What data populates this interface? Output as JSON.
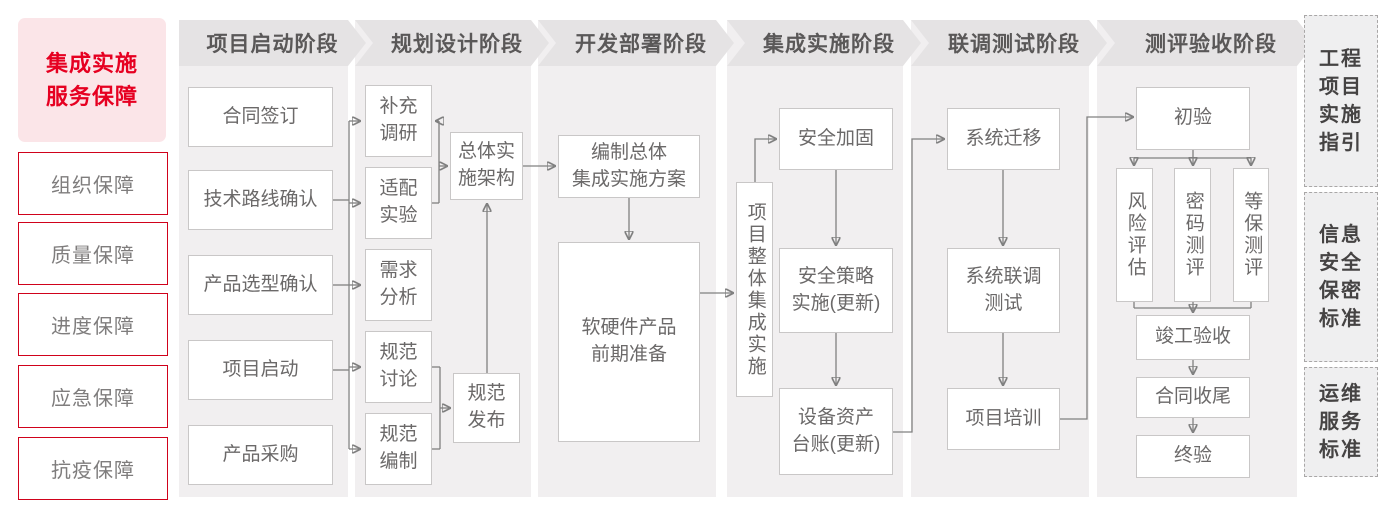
{
  "sidebar": {
    "title_line1": "集成实施",
    "title_line2": "服务保障",
    "items": [
      "组织保障",
      "质量保障",
      "进度保障",
      "应急保障",
      "抗疫保障"
    ]
  },
  "phases": [
    {
      "label": "项目启动阶段",
      "boxes": [
        "合同签订",
        "技术路线确认",
        "产品选型确认",
        "项目启动",
        "产品采购"
      ]
    },
    {
      "label": "规划设计阶段",
      "boxes": [
        "补充\n调研",
        "适配\n实验",
        "需求\n分析",
        "规范\n讨论",
        "规范\n编制",
        "总体实\n施架构",
        "规范\n发布"
      ]
    },
    {
      "label": "开发部署阶段",
      "boxes": [
        "编制总体\n集成实施方案",
        "软硬件产品\n前期准备"
      ]
    },
    {
      "label": "集成实施阶段",
      "boxes": [
        "项目整体集成实施",
        "安全加固",
        "安全策略\n实施(更新)",
        "设备资产\n台账(更新)"
      ]
    },
    {
      "label": "联调测试阶段",
      "boxes": [
        "系统迁移",
        "系统联调\n测试",
        "项目培训"
      ]
    },
    {
      "label": "测评验收阶段",
      "boxes": [
        "初验",
        "风险评估",
        "密码测评",
        "等保测评",
        "竣工验收",
        "合同收尾",
        "终验"
      ]
    }
  ],
  "standards": [
    "工程项目实施指引",
    "信息安全保密标准",
    "运维服务标准"
  ],
  "colors": {
    "accent_red": "#e60021",
    "pink_bg": "#fbe5e8",
    "red_border": "#d0021b",
    "band_gray": "#f1eff0",
    "banner_gray": "#e5e3e4",
    "box_border": "#c9c7c7",
    "text_gray": "#6b6969",
    "line_gray": "#808080"
  }
}
